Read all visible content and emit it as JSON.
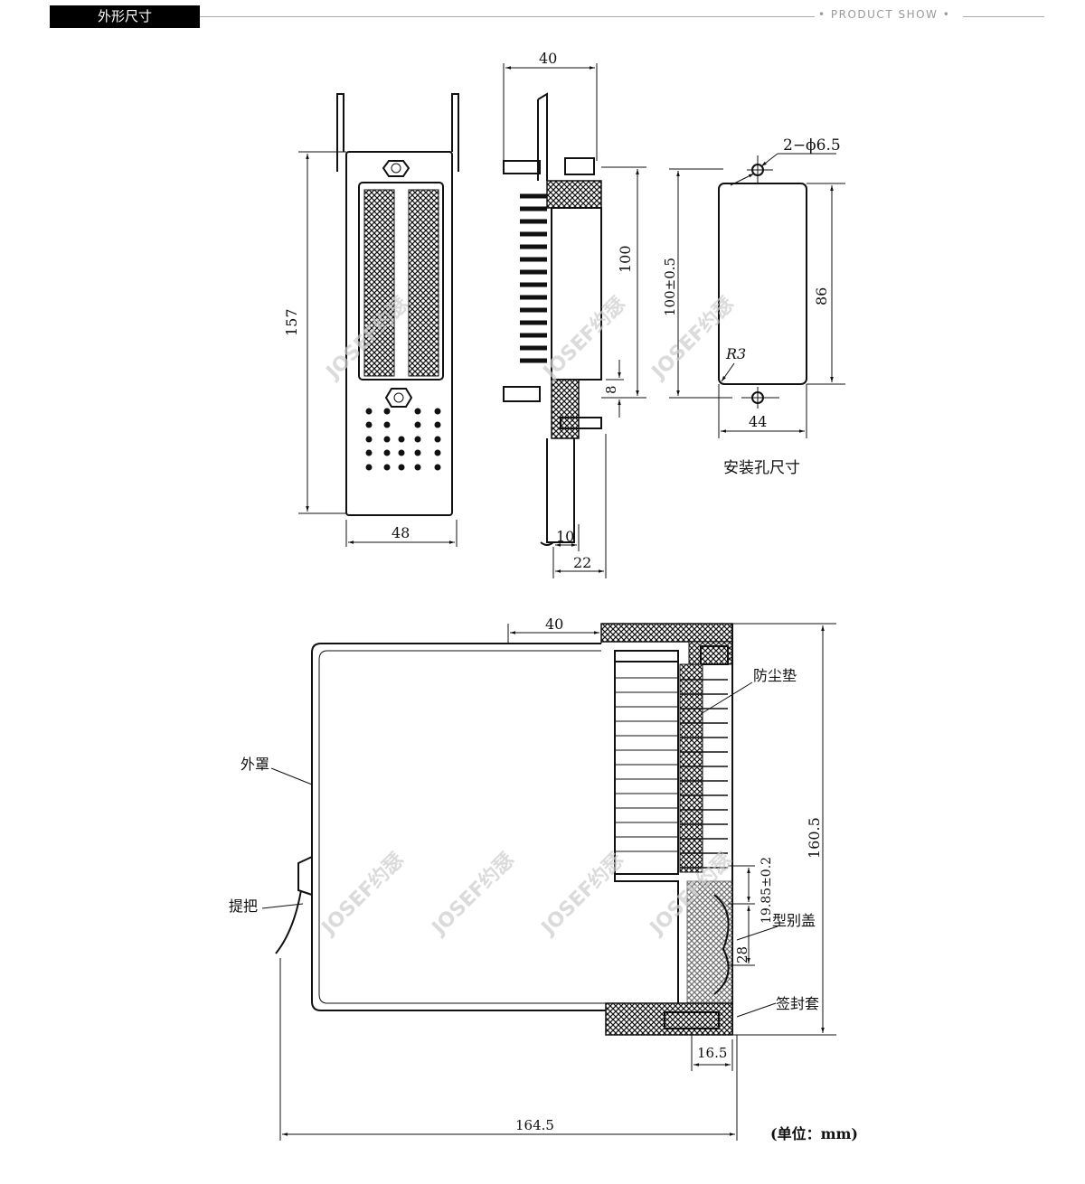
{
  "header": {
    "title": "外形尺寸",
    "tag": "• PRODUCT SHOW •"
  },
  "watermark": "JOSEF约瑟",
  "front_view": {
    "height": "157",
    "width": "48"
  },
  "side_view": {
    "depth": "40",
    "height": "100",
    "offset": "8",
    "d10": "10",
    "d22": "22"
  },
  "mounting": {
    "holes": "2−ϕ6.5",
    "pitch": "100±0.5",
    "height": "86",
    "radius": "R3",
    "width": "44",
    "caption": "安装孔尺寸"
  },
  "section": {
    "top_dim": "40",
    "dust_pad": "防尘垫",
    "cover": "外罩",
    "handle": "提把",
    "height": "160.5",
    "d1985": "19.85±0.2",
    "type_cap": "型别盖",
    "d28": "28",
    "seal": "签封套",
    "d165": "16.5",
    "length": "164.5",
    "unit": "(单位：mm)"
  }
}
